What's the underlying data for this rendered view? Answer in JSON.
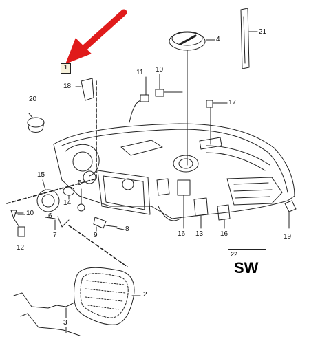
{
  "labels": {
    "l1": "1",
    "l2": "2",
    "l3": "3",
    "l4": "4",
    "l5": "5",
    "l6": "6",
    "l7": "7",
    "l8": "8",
    "l9": "9",
    "l10a": "10",
    "l10b": "10",
    "l11": "11",
    "l12": "12",
    "l13": "13",
    "l14": "14",
    "l15": "15",
    "l16a": "16",
    "l16b": "16",
    "l17": "17",
    "l18": "18",
    "l19": "19",
    "l20": "20",
    "l21": "21",
    "l22": "22"
  },
  "sw_box": {
    "number": "22",
    "text": "SW"
  },
  "colors": {
    "arrow": "#e01b1b",
    "line": "#222222",
    "callout_box": "#f7f2dc"
  }
}
